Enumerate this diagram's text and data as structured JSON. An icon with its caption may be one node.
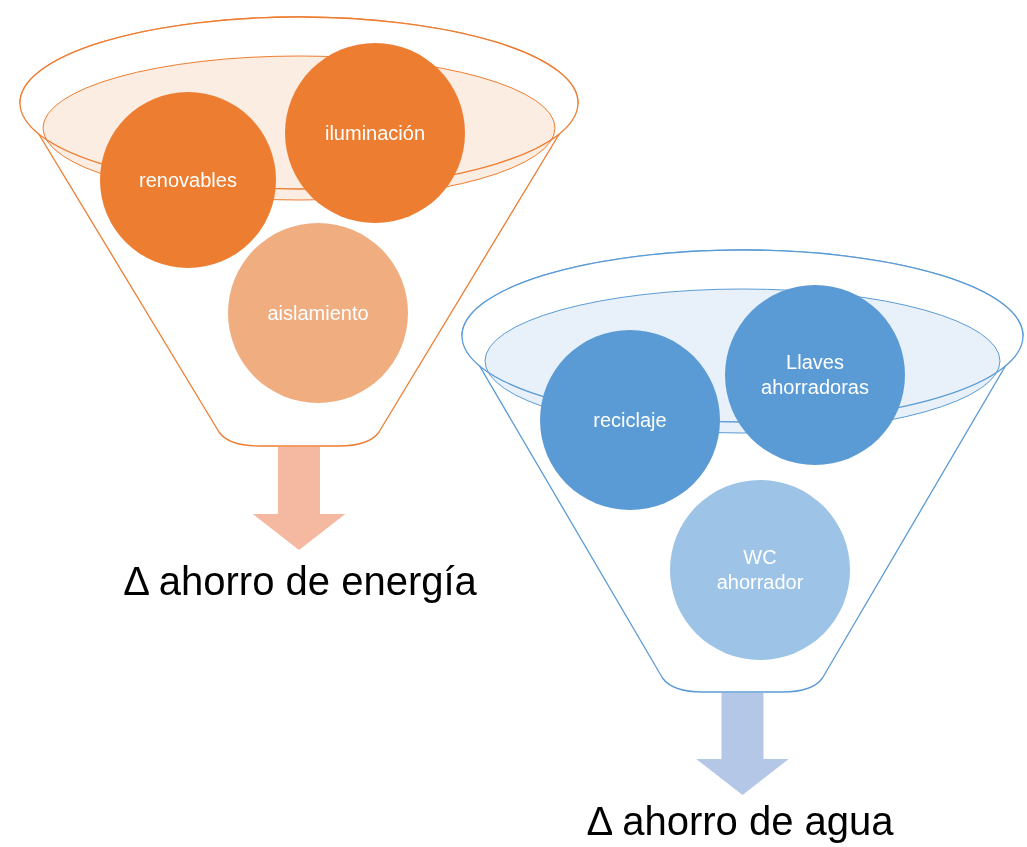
{
  "diagram": {
    "nodes": [
      {
        "text": [],
        "shape": "funnel"
      },
      {
        "text": [
          "renovables"
        ],
        "in": 0
      },
      {
        "text": [
          "iluminación"
        ],
        "in": 0
      },
      {
        "text": [
          "aislamiento"
        ],
        "in": 0
      },
      {
        "text": [
          "Δ ahorro de energía"
        ]
      },
      {
        "text": [],
        "shape": "funnel"
      },
      {
        "text": [
          "reciclaje"
        ],
        "in": 5
      },
      {
        "text": [
          "Llaves ahorradoras"
        ],
        "in": 5
      },
      {
        "text": [
          "WC ahorrador"
        ],
        "in": 5
      },
      {
        "text": [
          "Δ ahorro de agua"
        ]
      }
    ],
    "edges": [
      {
        "from": 0,
        "to": 4,
        "arrow": "to",
        "color": "#f4b9a0"
      },
      {
        "from": 5,
        "to": 9,
        "arrow": "to",
        "color": "#b4c7e7"
      }
    ]
  }
}
